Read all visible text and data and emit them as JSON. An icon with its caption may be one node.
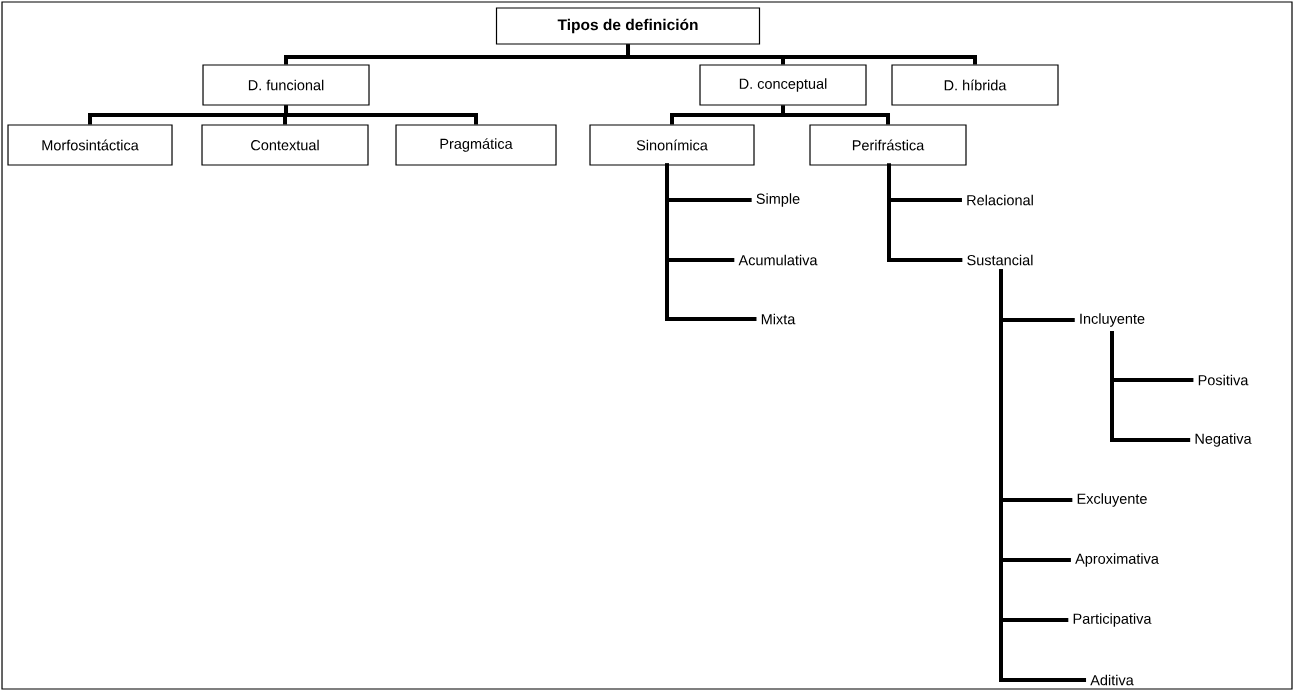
{
  "diagram": {
    "nodes": [
      {
        "text": [
          "Tipos de definición"
        ]
      },
      {
        "text": [
          "D. funcional"
        ]
      },
      {
        "text": [
          "D. conceptual"
        ]
      },
      {
        "text": [
          "D. híbrida"
        ]
      },
      {
        "text": [
          "Morfosintáctica"
        ]
      },
      {
        "text": [
          "Contextual"
        ]
      },
      {
        "text": [
          "Pragmática"
        ]
      },
      {
        "text": [
          "Sinonímica"
        ]
      },
      {
        "text": [
          "Perifrástica"
        ]
      },
      {
        "text": [
          "Simple"
        ]
      },
      {
        "text": [
          "Acumulativa"
        ]
      },
      {
        "text": [
          "Mixta"
        ]
      },
      {
        "text": [
          "Relacional"
        ]
      },
      {
        "text": [
          "Sustancial"
        ]
      },
      {
        "text": [
          "Incluyente"
        ]
      },
      {
        "text": [
          "Positiva"
        ]
      },
      {
        "text": [
          "Negativa"
        ]
      },
      {
        "text": [
          "Excluyente"
        ]
      },
      {
        "text": [
          "Aproximativa"
        ]
      },
      {
        "text": [
          "Participativa"
        ]
      },
      {
        "text": [
          "Aditiva"
        ]
      }
    ],
    "edges": [
      {
        "from": 0,
        "to": 1,
        "arrow": "none"
      },
      {
        "from": 0,
        "to": 2,
        "arrow": "none"
      },
      {
        "from": 0,
        "to": 3,
        "arrow": "none"
      },
      {
        "from": 1,
        "to": 4,
        "arrow": "none"
      },
      {
        "from": 1,
        "to": 5,
        "arrow": "none"
      },
      {
        "from": 1,
        "to": 6,
        "arrow": "none"
      },
      {
        "from": 2,
        "to": 7,
        "arrow": "none"
      },
      {
        "from": 2,
        "to": 8,
        "arrow": "none"
      },
      {
        "from": 7,
        "to": 9,
        "arrow": "none"
      },
      {
        "from": 7,
        "to": 10,
        "arrow": "none"
      },
      {
        "from": 7,
        "to": 11,
        "arrow": "none"
      },
      {
        "from": 8,
        "to": 12,
        "arrow": "none"
      },
      {
        "from": 8,
        "to": 13,
        "arrow": "none"
      },
      {
        "from": 13,
        "to": 14,
        "arrow": "none"
      },
      {
        "from": 14,
        "to": 15,
        "arrow": "none"
      },
      {
        "from": 14,
        "to": 16,
        "arrow": "none"
      },
      {
        "from": 13,
        "to": 17,
        "arrow": "none"
      },
      {
        "from": 13,
        "to": 18,
        "arrow": "none"
      },
      {
        "from": 13,
        "to": 19,
        "arrow": "none"
      },
      {
        "from": 13,
        "to": 20,
        "arrow": "none"
      }
    ]
  }
}
